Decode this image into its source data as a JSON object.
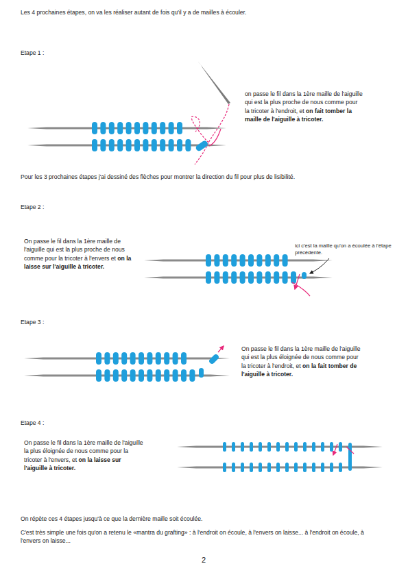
{
  "diagram": {
    "labels": [
      "Les 4 prochaines étapes, on va les réaliser autant de fois qu'il y a de mailles à écouler.",
      "Etape 1 :",
      "on passe le fil dans la 1ère maille de l'aiguille qui est la plus proche de nous comme pour la tricoter à l'endroit, et",
      "on fait tomber la maille de l'aiguille à tricoter.",
      "Pour les 3 prochaines étapes j'ai dessiné des flèches pour montrer la direction du fil pour plus de lisibilité.",
      "Etape 2 :",
      "On passe le fil dans la 1ère maille de l'aiguille qui est la plus proche de nous comme pour la tricoter à l'envers et",
      "on la laisse sur l'aiguille à tricoter.",
      "ici c'est la maille qu'on a écoulée à l'étape précédente.",
      "Etape 3 :",
      "On passe le fil dans la 1ère maille de l'aiguille qui est la plus éloignée de nous comme pour la tricoter à l'endroit, et",
      "on la fait tomber de l'aiguille à tricoter.",
      "Etape 4 :",
      "On passe le fil dans la 1ère maille de l'aiguille la plus éloignée de nous comme pour la tricoter à l'envers, et",
      "on la laisse sur l'aiguille à tricoter.",
      "On répète ces 4 étapes jusqu'à ce que la dernière maille soit écoulée.",
      "C'est très simple une fois qu'on a retenu le «mantra du grafting» : à l'endroit on écoule, à l'envers on laisse... à l'endroit on écoule, à l'envers on laisse...",
      "2"
    ]
  }
}
